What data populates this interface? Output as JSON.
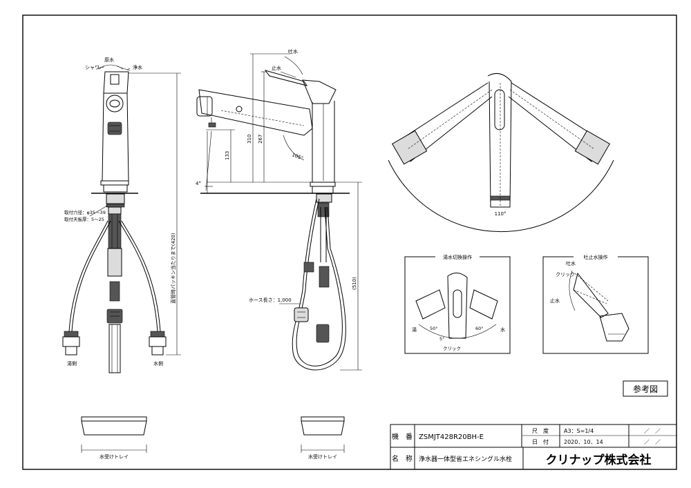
{
  "front_view": {
    "label_shower": "シャワー",
    "label_raw_water": "原水",
    "label_purified": "浄水",
    "label_hole_dia": "取付穴径：φ35～39",
    "label_counter_thickness": "取付天板厚：5～25",
    "label_dimension_vertical": "直管時パッキン当たりまで(420)",
    "label_hot_side": "湯側",
    "label_cold_side": "水側"
  },
  "side_view": {
    "label_spout": "吐水",
    "label_stop": "止水",
    "dim_310": "310",
    "dim_267": "267",
    "dim_133": "133",
    "dim_angle_4": "4°",
    "dim_angle_105": "105°",
    "label_hose_length": "ホース長さ：1,000",
    "dim_510": "(510)"
  },
  "top_view": {
    "dim_angle_110": "110°"
  },
  "detail_temp": {
    "title": "湯水切換操作",
    "label_hot": "湯",
    "label_cold": "水",
    "angle_left": "50°",
    "angle_right": "60°",
    "angle_center": "5°",
    "label_click": "クリック"
  },
  "detail_flow": {
    "title": "吐止水操作",
    "label_spout": "吐水",
    "label_click": "クリック",
    "label_stop": "止水"
  },
  "tray": {
    "label_left": "水受けトレイ",
    "label_right": "水受けトレイ"
  },
  "reference_badge": "参考図",
  "title_block": {
    "model_label": "機　番",
    "model_value": "ZSMJT428R20BH-E",
    "scale_label": "尺　度",
    "scale_value": "A3：S=1/4",
    "date_label": "日　付",
    "date_value": "2020．10．14",
    "name_label": "名　称",
    "name_value": "浄水器一体型省エネシングル水栓",
    "company": "クリナップ株式会社",
    "rev1": "／　／",
    "rev2": "／　／"
  }
}
